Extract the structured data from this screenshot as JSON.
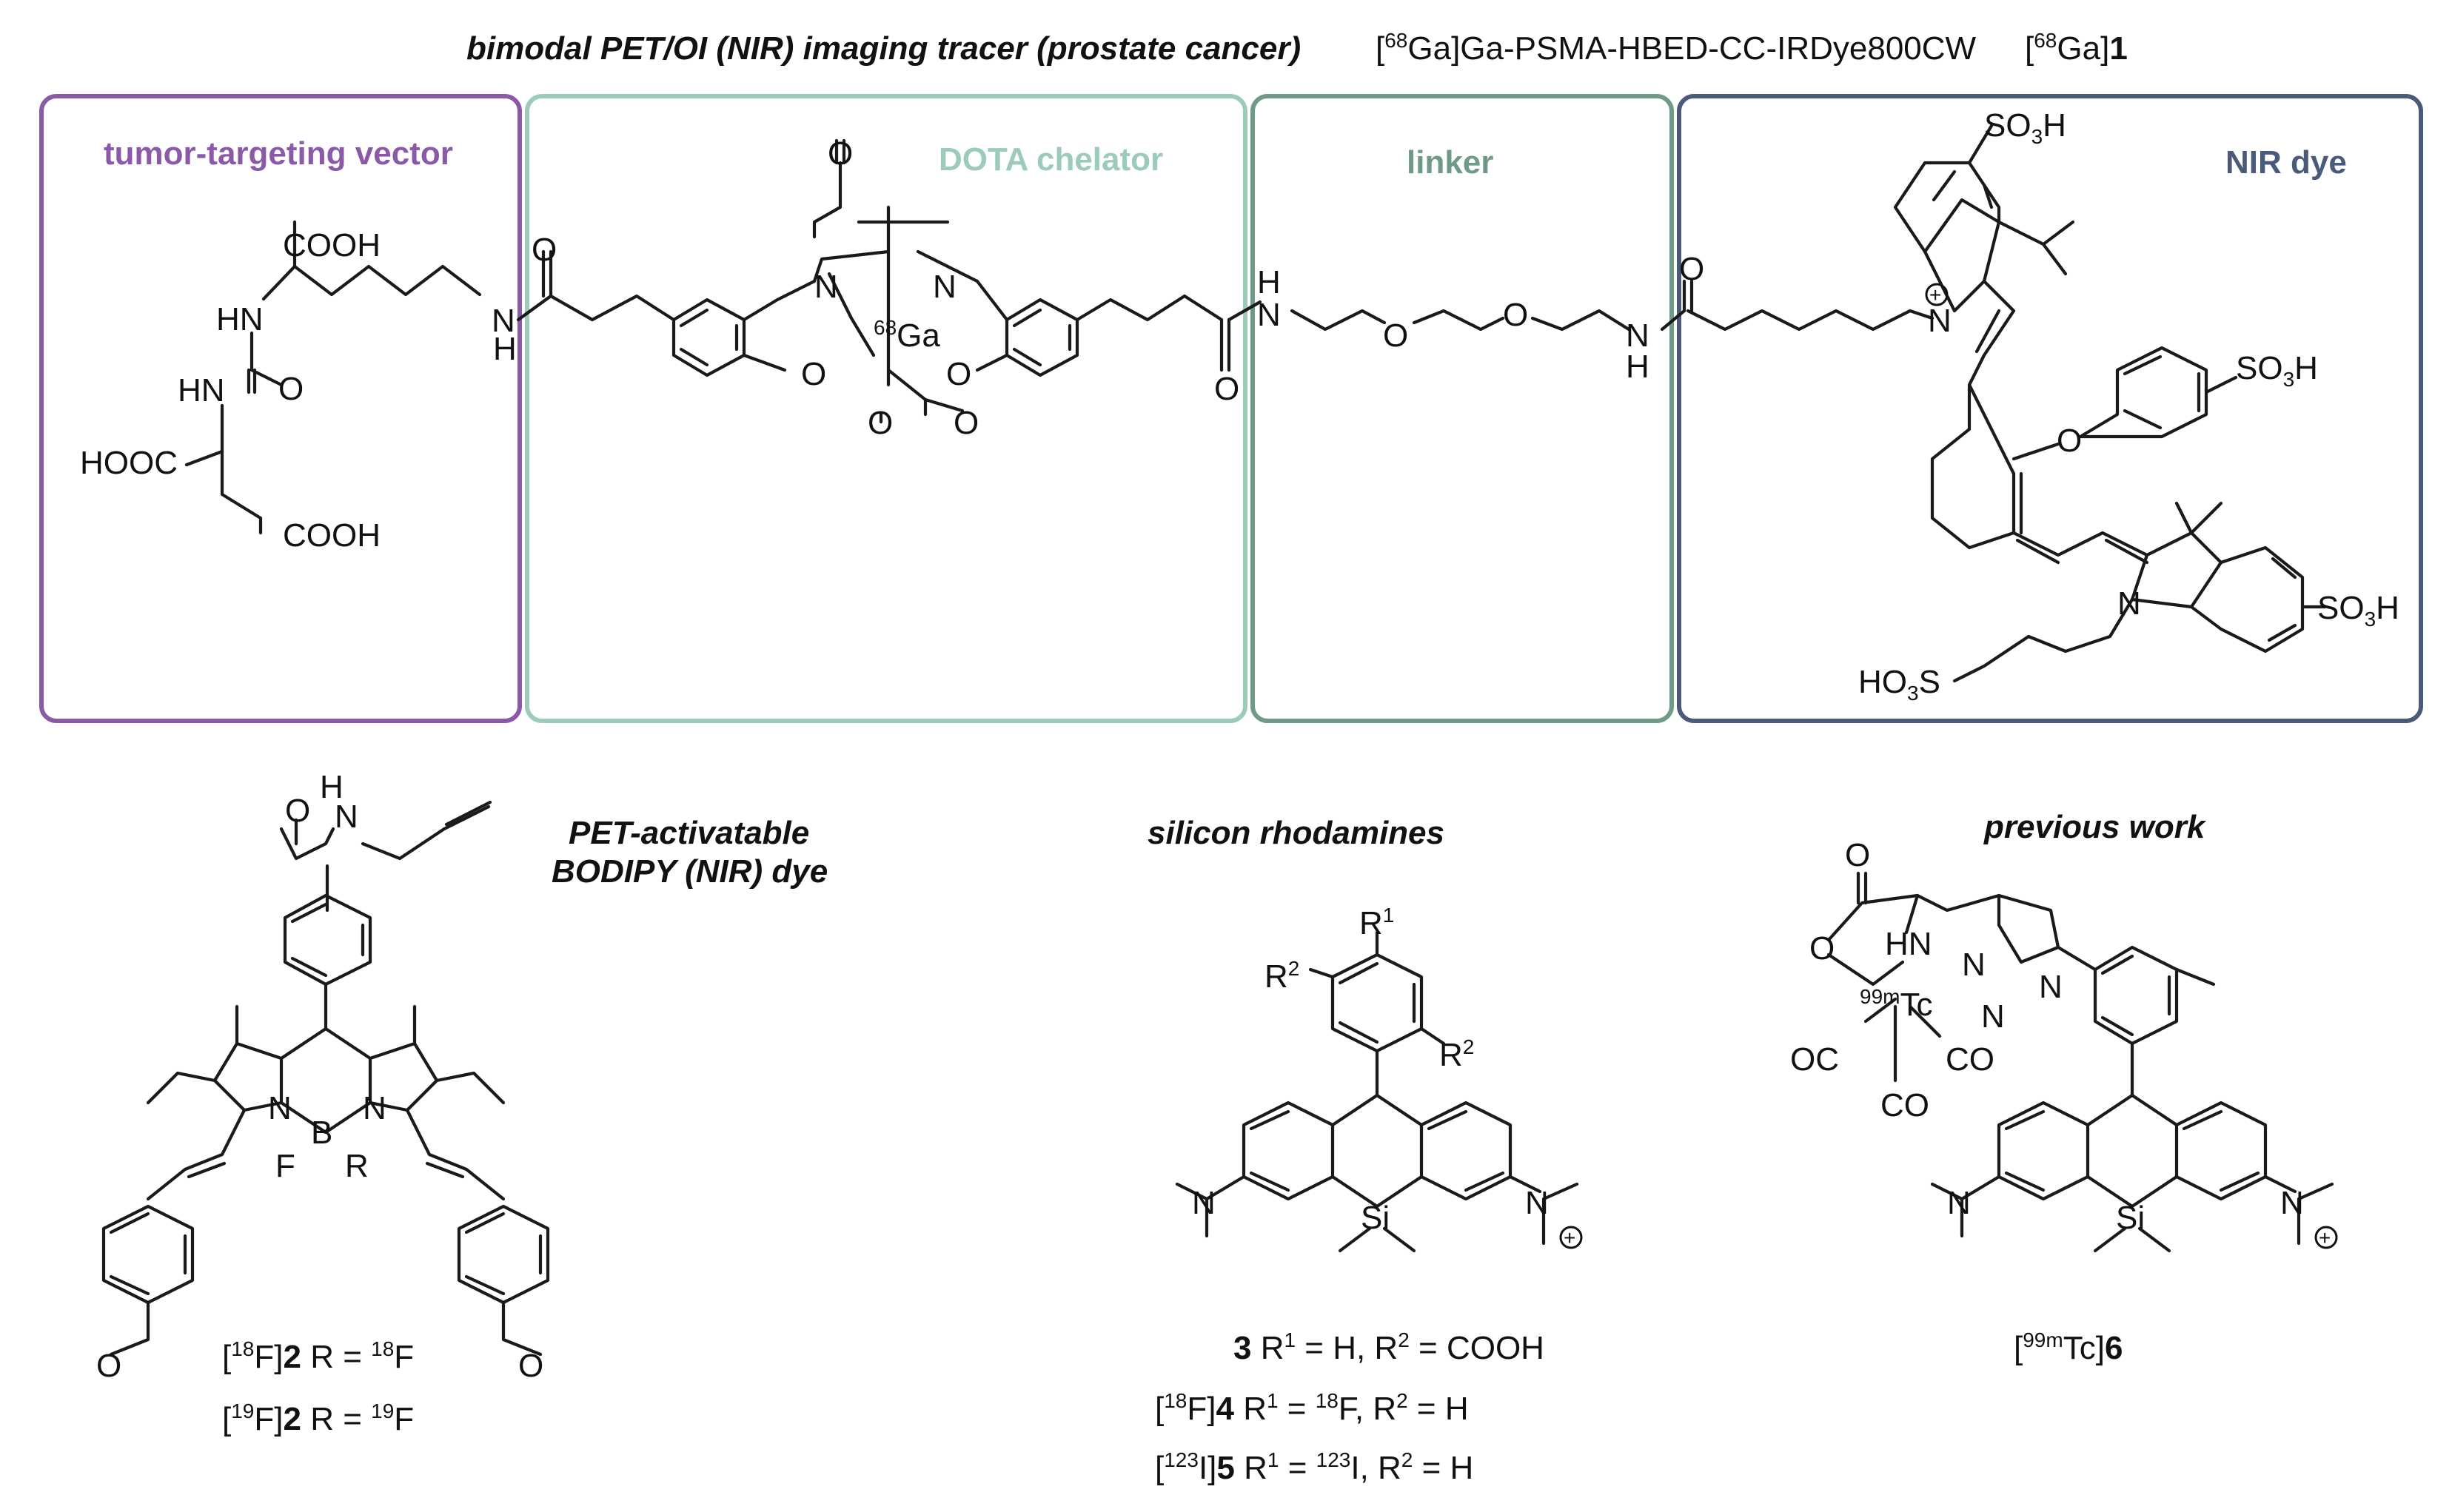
{
  "title": {
    "main": "bimodal PET/OI (NIR) imaging tracer (prostate cancer)",
    "compound_name": "[68Ga]Ga-PSMA-HBED-CC-IRDye800CW",
    "compound_label": "[68Ga]1"
  },
  "panels": [
    {
      "key": "vector",
      "label": "tumor-targeting vector",
      "color": "#8a5aa8"
    },
    {
      "key": "chelator",
      "label": "DOTA chelator",
      "color": "#9ccbbb"
    },
    {
      "key": "linker",
      "label": "linker",
      "color": "#6e9a86"
    },
    {
      "key": "dye",
      "label": "NIR dye",
      "color": "#4a5b7a"
    }
  ],
  "atoms": {
    "cooh": "COOH",
    "hooc": "HOOC",
    "hn": "HN",
    "n": "N",
    "h": "H",
    "o": "O",
    "ga": "Ga",
    "ga_iso": "68",
    "so3h": "SO3H",
    "ho3s": "HO3S",
    "b": "B",
    "f": "F",
    "r": "R",
    "si": "Si",
    "tc": "Tc",
    "tc_iso": "99m",
    "co": "CO",
    "oc": "OC",
    "plus": "+"
  },
  "bottom": {
    "bodipy_title_line1": "PET-activatable",
    "bodipy_title_line2": "BODIPY (NIR) dye",
    "bodipy_cap1": "[18F]2 R = 18F",
    "bodipy_cap2": "[19F]2 R = 19F",
    "si_title": "silicon rhodamines",
    "si_cap1": "3 R1 = H, R2 = COOH",
    "si_cap2": "[18F]4 R1 = 18F, R2 = H",
    "si_cap3": "[123I]5 R1 = 123I, R2 = H",
    "prev_title": "previous work",
    "prev_cap": "[99mTc]6"
  }
}
